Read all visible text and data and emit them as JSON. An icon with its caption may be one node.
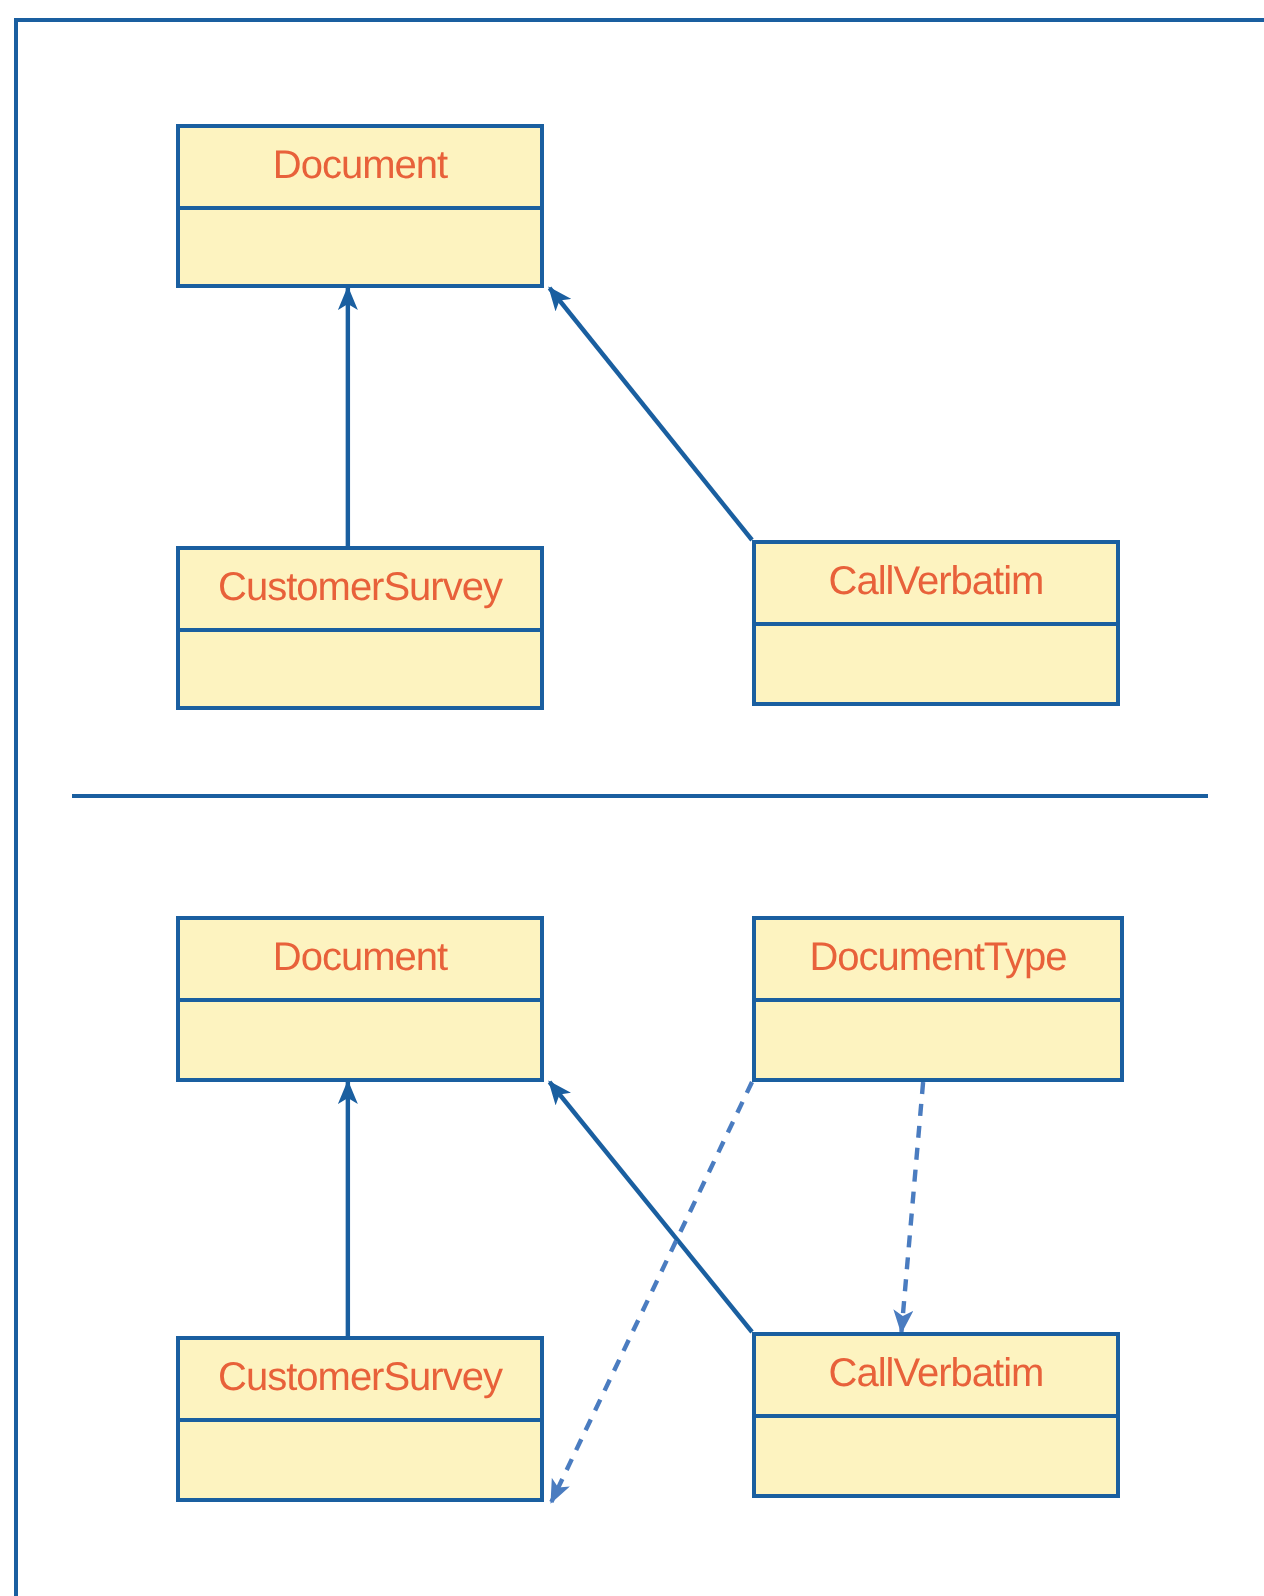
{
  "diagram": {
    "nodes": [
      {
        "text": [
          "Document"
        ]
      },
      {
        "text": [
          "CustomerSurvey"
        ]
      },
      {
        "text": [
          "CallVerbatim"
        ]
      },
      {
        "text": [
          "Document"
        ]
      },
      {
        "text": [
          "DocumentType"
        ]
      },
      {
        "text": [
          "CustomerSurvey"
        ]
      },
      {
        "text": [
          "CallVerbatim"
        ]
      }
    ],
    "edges": [
      {
        "from": 1,
        "to": 0,
        "arrow": "to"
      },
      {
        "from": 2,
        "to": 0,
        "arrow": "to"
      },
      {
        "from": 5,
        "to": 3,
        "arrow": "to"
      },
      {
        "from": 6,
        "to": 3,
        "arrow": "to"
      },
      {
        "from": 4,
        "to": 5,
        "arrow": "to",
        "style": "dashed",
        "color": "#4a7cc0"
      },
      {
        "from": 4,
        "to": 6,
        "arrow": "to",
        "style": "dashed",
        "color": "#4a7cc0"
      }
    ]
  }
}
